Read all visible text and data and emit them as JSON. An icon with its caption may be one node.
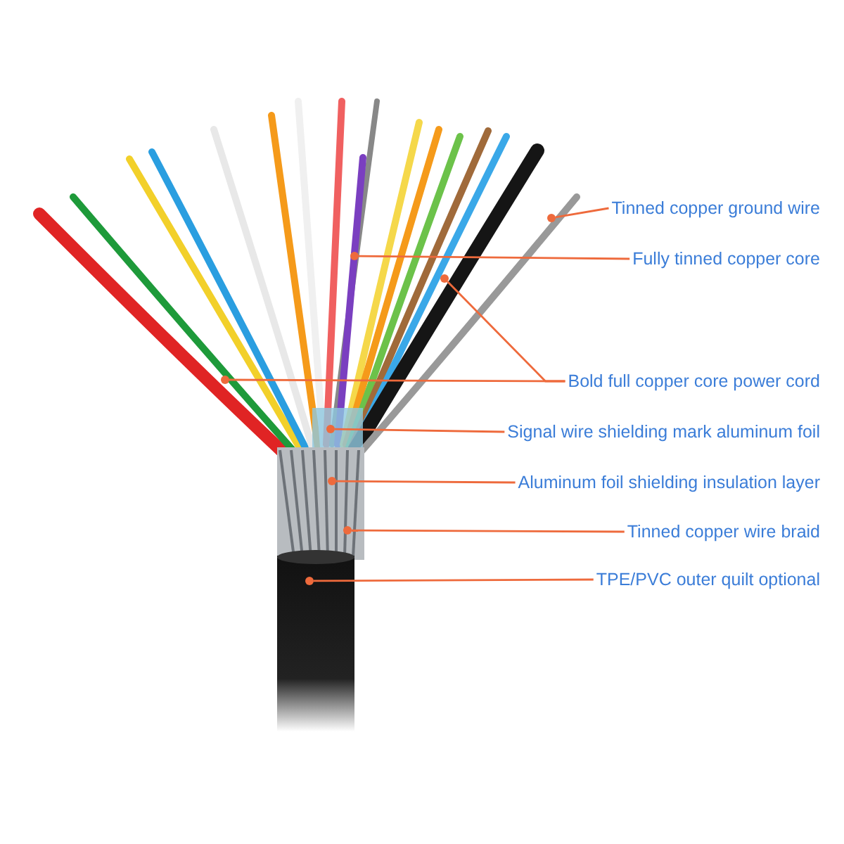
{
  "diagram": {
    "nodes": [
      {
        "text": [
          "Tinned copper ground wire"
        ]
      },
      {
        "text": [
          "Fully tinned copper core"
        ]
      },
      {
        "text": [
          "Bold full copper core power cord"
        ]
      },
      {
        "text": [
          "Signal wire shielding mark aluminum foil"
        ]
      },
      {
        "text": [
          "Aluminum foil shielding insulation layer"
        ]
      },
      {
        "text": [
          "Tinned copper wire braid"
        ]
      },
      {
        "text": [
          "TPE/PVC outer quilt optional"
        ]
      },
      {
        "text": [],
        "shape": "circle"
      },
      {
        "text": [],
        "shape": "circle"
      },
      {
        "text": [],
        "shape": "circle"
      },
      {
        "text": [],
        "shape": "circle"
      },
      {
        "text": [],
        "shape": "circle"
      },
      {
        "text": [],
        "shape": "circle"
      },
      {
        "text": [],
        "shape": "circle"
      },
      {
        "text": [],
        "shape": "circle"
      }
    ],
    "edges": [
      {
        "from": 0,
        "to": 7,
        "arrow": "none"
      },
      {
        "from": 1,
        "to": 8,
        "arrow": "none"
      },
      {
        "from": 2,
        "to": 9,
        "arrow": "none"
      },
      {
        "from": 2,
        "to": 10,
        "arrow": "none"
      },
      {
        "from": 3,
        "to": 11,
        "arrow": "none"
      },
      {
        "from": 4,
        "to": 12,
        "arrow": "none"
      },
      {
        "from": 5,
        "to": 13,
        "arrow": "none"
      },
      {
        "from": 6,
        "to": 14,
        "arrow": "none"
      }
    ]
  }
}
